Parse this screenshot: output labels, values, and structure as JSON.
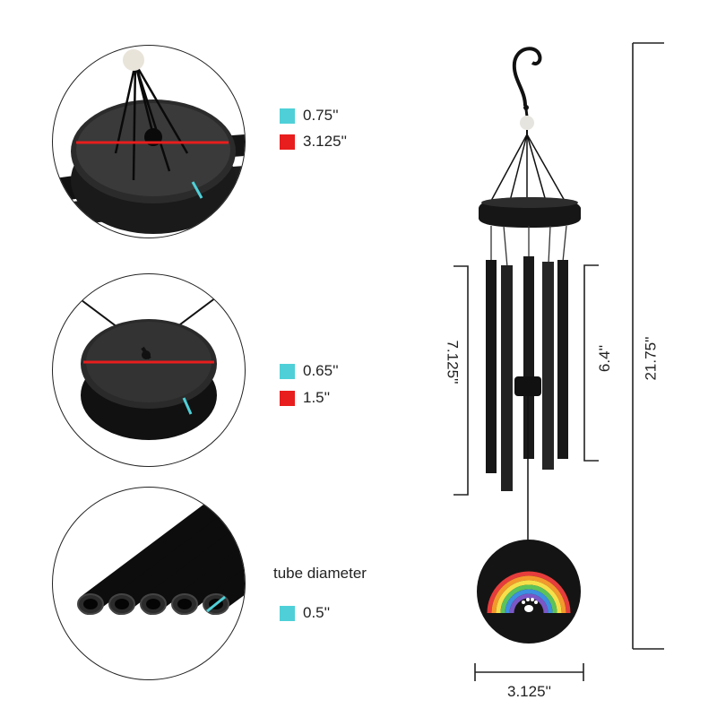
{
  "colors": {
    "teal": "#4fd0d8",
    "red": "#e81d1d",
    "tube": "#141414",
    "line": "#222222"
  },
  "details": [
    {
      "legend": [
        {
          "color": "teal",
          "text": "0.75''"
        },
        {
          "color": "red",
          "text": "3.125''"
        }
      ]
    },
    {
      "legend": [
        {
          "color": "teal",
          "text": "0.65''"
        },
        {
          "color": "red",
          "text": "1.5''"
        }
      ]
    },
    {
      "caption": "tube diameter",
      "legend": [
        {
          "color": "teal",
          "text": "0.5''"
        }
      ]
    }
  ],
  "dimensions": {
    "long_tube": "7.125''",
    "short_tube": "6.4''",
    "overall_length": "21.75''",
    "sail_width": "3.125''"
  }
}
